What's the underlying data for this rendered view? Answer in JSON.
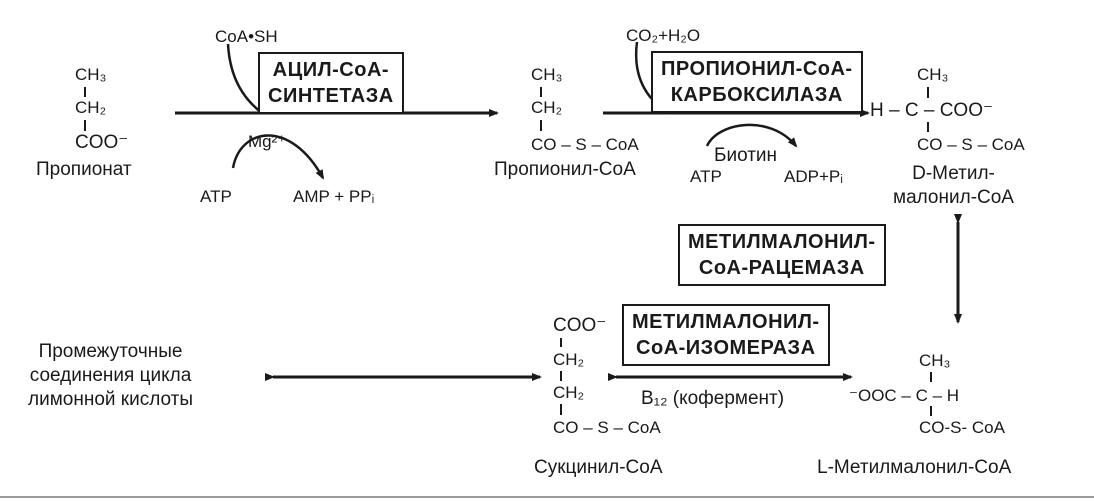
{
  "colors": {
    "ink": "#1a1a1a",
    "background": "#ffffff"
  },
  "propionate": {
    "ch3": "CH₃",
    "ch2": "CH₂",
    "coo": "COO⁻",
    "name": "Пропионат"
  },
  "cofactors": {
    "coash": "CoA•SH",
    "mg": "Mg²⁺",
    "atp1": "ATP",
    "amp": "AMP + PPᵢ",
    "co2": "CO₂+H₂O",
    "biotin": "Биотин",
    "atp2": "ATP",
    "adp": "ADP+Pᵢ",
    "b12": "B₁₂ (кофермент)"
  },
  "enzymes": {
    "synthetase": {
      "line1": "АЦИЛ-CoA-",
      "line2": "СИНТЕТАЗА"
    },
    "carboxylase": {
      "line1": "ПРОПИОНИЛ-CoA-",
      "line2": "КАРБОКСИЛАЗА"
    },
    "racemase": {
      "line1": "МЕТИЛМАЛОНИЛ-",
      "line2": "CoA-РАЦЕМАЗА"
    },
    "isomerase": {
      "line1": "МЕТИЛМАЛОНИЛ-",
      "line2": "CoA-ИЗОМЕРАЗА"
    }
  },
  "propionyl_coa": {
    "ch3": "CH₃",
    "ch2": "CH₂",
    "co_s_coa": "CO – S – CoA",
    "name": "Пропионил-CoA"
  },
  "d_methylmalonyl": {
    "ch3": "CH₃",
    "middle": "H – C – COO⁻",
    "co_s_coa": "CO – S – CoA",
    "name": "D-Метил-\nмалонил-CoA"
  },
  "l_methylmalonyl": {
    "ch3": "CH₃",
    "middle": "⁻OOC – C – H",
    "co_s_coa": "CO-S- CoA",
    "name": "L-Метилмалонил-CoA"
  },
  "succinyl_coa": {
    "coo": "COO⁻",
    "ch2a": "CH₂",
    "ch2b": "CH₂",
    "co_s_coa": "CO – S – CoA",
    "name": "Сукцинил-CoA"
  },
  "tca": {
    "label": "Промежуточные\nсоединения цикла\nлимонной кислоты"
  }
}
